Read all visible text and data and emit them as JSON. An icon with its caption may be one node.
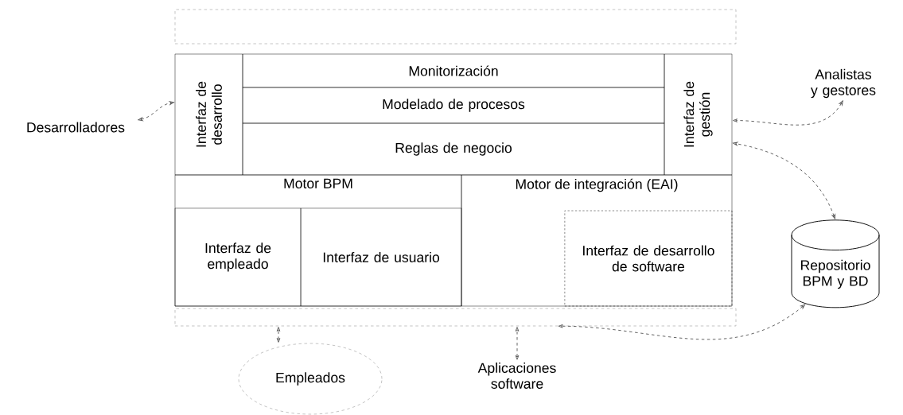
{
  "diagram": {
    "nodes": [
      {
        "text": [],
        "shape": "box"
      },
      {
        "text": [
          "Interfaz de desarrollo"
        ]
      },
      {
        "text": [
          "Monitorización"
        ]
      },
      {
        "text": [
          "Modelado de procesos"
        ]
      },
      {
        "text": [
          "Reglas de negocio"
        ]
      },
      {
        "text": [
          "Interfaz de gestión"
        ]
      },
      {
        "text": [
          "Motor BPM"
        ]
      },
      {
        "text": [
          "Interfaz de empleado"
        ],
        "in": 6
      },
      {
        "text": [
          "Interfaz de usuario"
        ],
        "in": 6
      },
      {
        "text": [
          "Motor de integración (EAI)"
        ]
      },
      {
        "text": [
          "Interfaz de desarrollo de software"
        ],
        "in": 9
      },
      {
        "text": [],
        "shape": "box"
      },
      {
        "text": [
          "Desarrolladores"
        ]
      },
      {
        "text": [
          "Analistas y gestores"
        ]
      },
      {
        "text": [
          "Repositorio BPM y BD"
        ]
      },
      {
        "text": [
          "Empleados"
        ]
      },
      {
        "text": [
          "Aplicaciones software"
        ]
      }
    ],
    "edges": [
      {
        "from": 12,
        "to": 1,
        "arrow": "both",
        "style": "dashed"
      },
      {
        "from": 13,
        "to": 5,
        "arrow": "both",
        "style": "dashed"
      },
      {
        "from": 14,
        "to": 5,
        "arrow": "both",
        "style": "dashed"
      },
      {
        "from": 14,
        "to": 11,
        "arrow": "both",
        "style": "dashed"
      },
      {
        "from": 15,
        "to": 11,
        "arrow": "both",
        "style": "dashed"
      },
      {
        "from": 16,
        "to": 11,
        "arrow": "both",
        "style": "dashed"
      }
    ]
  }
}
